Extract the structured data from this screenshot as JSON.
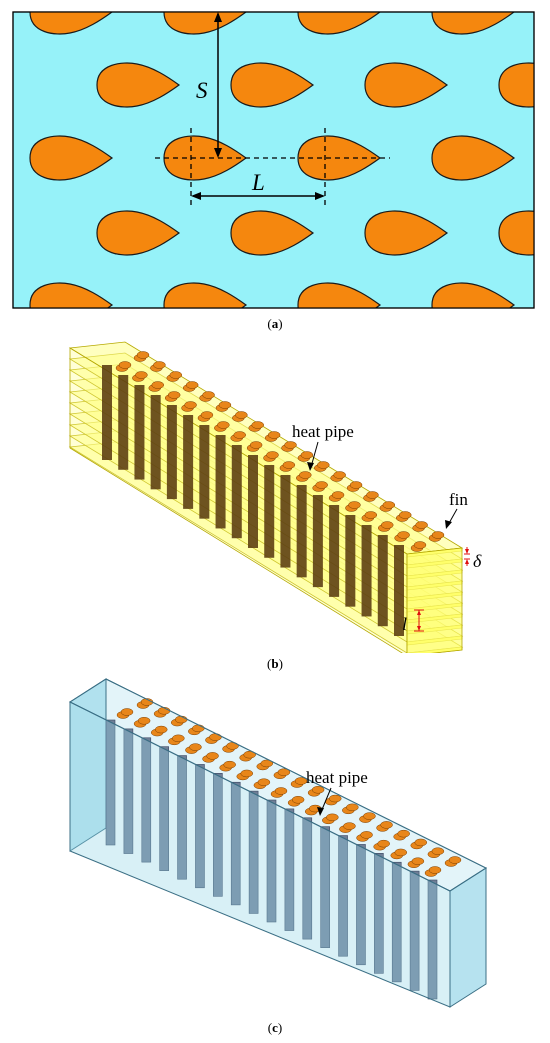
{
  "panel_a": {
    "caption_open": "(",
    "caption_letter": "a",
    "caption_close": ")",
    "label_S": "S",
    "label_L": "L",
    "colors": {
      "background": "#96f2f9",
      "drop": "#f5870e",
      "outline": "#1a1a1a"
    }
  },
  "panel_b": {
    "caption_open": "(",
    "caption_letter": "b",
    "caption_close": ")",
    "label_heat_pipe": "heat pipe",
    "label_fin": "fin",
    "label_delta": "δ",
    "label_l": "l",
    "colors": {
      "fin": "#ffff8a",
      "fin_edge": "#b5a800",
      "pipe": "#5a3b10",
      "pipe_top": "#e8861a",
      "dim": "#e01010"
    }
  },
  "panel_c": {
    "caption_open": "(",
    "caption_letter": "c",
    "caption_close": ")",
    "label_heat_pipe": "heat pipe",
    "colors": {
      "box": "#8fd3e6",
      "box_edge": "#3b6f85",
      "pipe": "#5a6a86",
      "pipe_top": "#e8861a"
    }
  }
}
